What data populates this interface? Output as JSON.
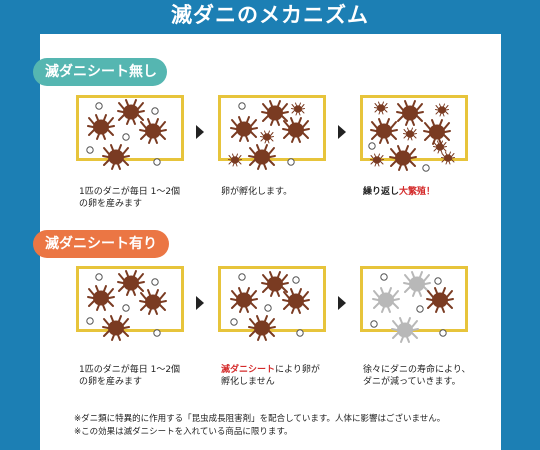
{
  "title": "滅ダニのメカニズム",
  "colors": {
    "background": "#1c7fb4",
    "panel": "#ffffff",
    "box_border": "#e7c43b",
    "mite": "#7a3b22",
    "mite_dead": "#b8b8b8",
    "teal": "#55b6b1",
    "orange": "#eb7644",
    "highlight": "#d42b2b"
  },
  "section_without": {
    "label": "滅ダニシート無し",
    "step1": "1匹のダニが毎日 1～2個\nの卵を産みます",
    "step2": "卵が孵化します。",
    "step3_prefix": "繰り返し",
    "step3_highlight": "大繁殖！"
  },
  "section_with": {
    "label": "滅ダニシート有り",
    "step1": "1匹のダニが毎日 1～2個\nの卵を産みます",
    "step2_highlight": "滅ダニシート",
    "step2_rest": "により卵が\n孵化しません",
    "step3": "徐々にダニの寿命により、\nダニが減っていきます。"
  },
  "notes": [
    "※ダニ類に特異的に作用する「昆虫成長阻害剤」を配合しています。人体に影響はございません。",
    "※この効果は滅ダニシートを入れている商品に限ります。"
  ]
}
